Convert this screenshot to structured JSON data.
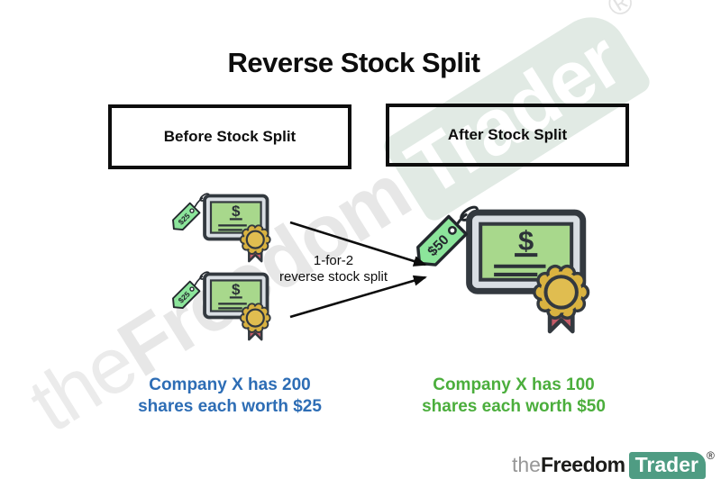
{
  "title": "Reverse Stock Split",
  "headers": {
    "before": "Before Stock Split",
    "after": "After Stock Split"
  },
  "arrow_label": {
    "line1": "1-for-2",
    "line2": "reverse stock split"
  },
  "certificates": {
    "symbol": "$",
    "before_tag_1": "$25",
    "before_tag_2": "$25",
    "after_tag": "$50"
  },
  "captions": {
    "before_line1": "Company X has 200",
    "before_line2": "shares each worth $25",
    "after_line1": "Company X has 100",
    "after_line2": "shares each worth $50"
  },
  "watermark": {
    "the": "the",
    "freedom": "Freedom",
    "trader": "Trader",
    "registered": "®"
  },
  "logo": {
    "the": "the",
    "freedom": "Freedom",
    "trader": "Trader",
    "registered": "®"
  },
  "colors": {
    "outline": "#33393f",
    "certificate_green": "#a8d88c",
    "certificate_frame": "#d9dee3",
    "tag_green": "#8ce59b",
    "seal_gold": "#d9b240",
    "seal_gold_inner": "#e0bd50",
    "ribbon_red": "#c45b68",
    "before_text_blue": "#2d6db5",
    "after_text_green": "#4bae3c",
    "logo_green": "#4f9c83"
  }
}
